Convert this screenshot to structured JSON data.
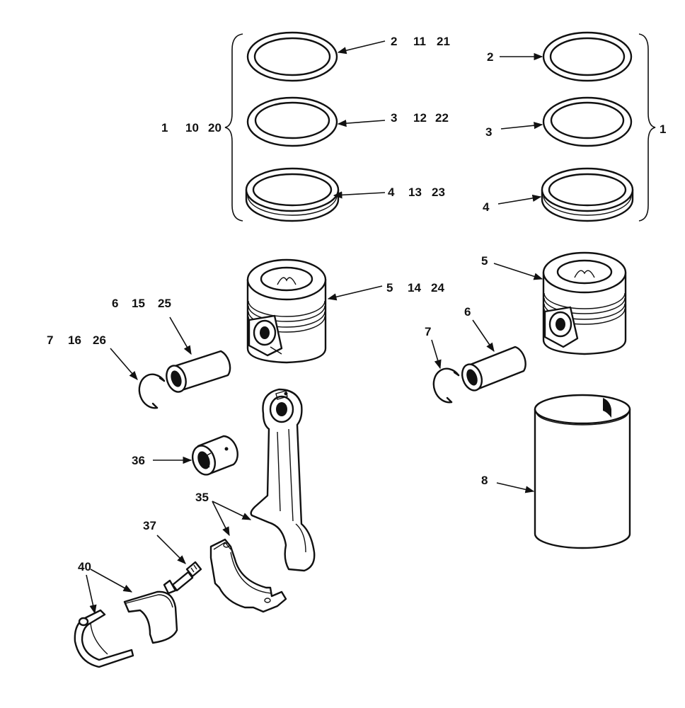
{
  "diagram": {
    "callouts": {
      "ring_top_left": [
        "2",
        "11",
        "21"
      ],
      "ring_mid_left": [
        "3",
        "12",
        "22"
      ],
      "ring_bot_left": [
        "4",
        "13",
        "23"
      ],
      "ring_set_left": [
        "1",
        "10",
        "20"
      ],
      "ring_top_right": "2",
      "ring_mid_right": "3",
      "ring_bot_right": "4",
      "ring_set_right": "1",
      "piston_left": [
        "5",
        "14",
        "24"
      ],
      "pin_left": [
        "6",
        "15",
        "25"
      ],
      "clip_left": [
        "7",
        "16",
        "26"
      ],
      "piston_right": "5",
      "pin_right": "6",
      "clip_right": "7",
      "liner": "8",
      "bushing": "36",
      "conrod": "35",
      "bolt": "37",
      "bearing": "40"
    }
  }
}
